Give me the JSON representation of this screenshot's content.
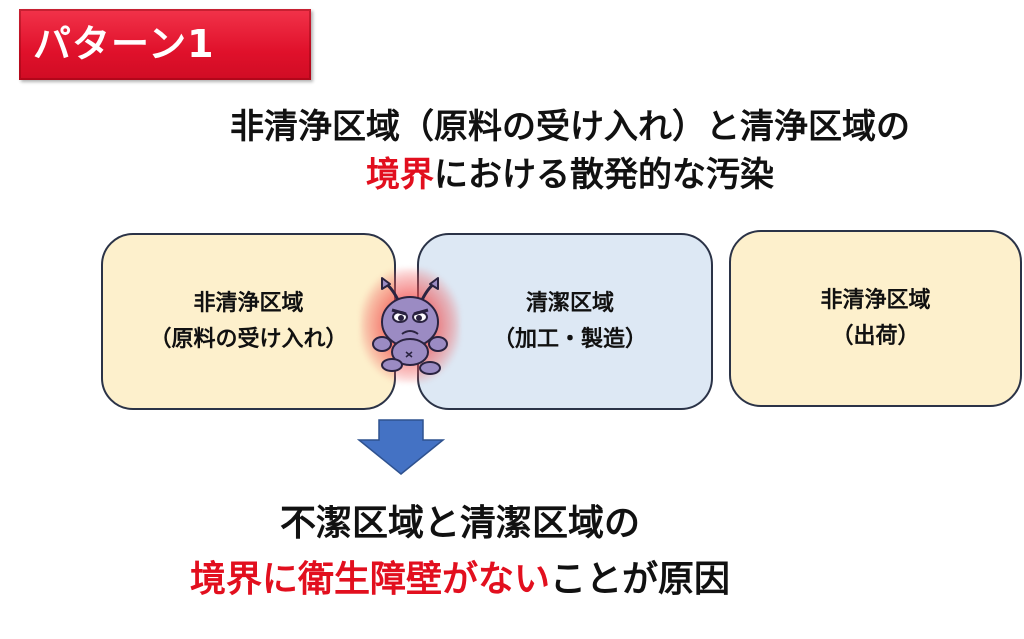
{
  "badge": {
    "label": "パターン1",
    "color": "#e0112b"
  },
  "heading": {
    "line1": "非清浄区域（原料の受け入れ）と清浄区域の",
    "line2_red": "境界",
    "line2_rest": "における散発的な汚染"
  },
  "zones": [
    {
      "name": "非清浄区域",
      "sub": "（原料の受け入れ）",
      "color": "#fdf0cc"
    },
    {
      "name": "清潔区域",
      "sub": "（加工・製造）",
      "color": "#dde8f4"
    },
    {
      "name": "非清浄区域",
      "sub": "（出荷）",
      "color": "#fdf0cc"
    }
  ],
  "germ": {
    "icon": "germ-icon"
  },
  "arrow": {
    "icon": "down-arrow-icon",
    "color": "#4472c4"
  },
  "conclusion": {
    "line1": "不潔区域と清潔区域の",
    "line2_red": "境界に衛生障壁がない",
    "line2_rest": "ことが原因"
  },
  "accent_red": "#e20f1e"
}
